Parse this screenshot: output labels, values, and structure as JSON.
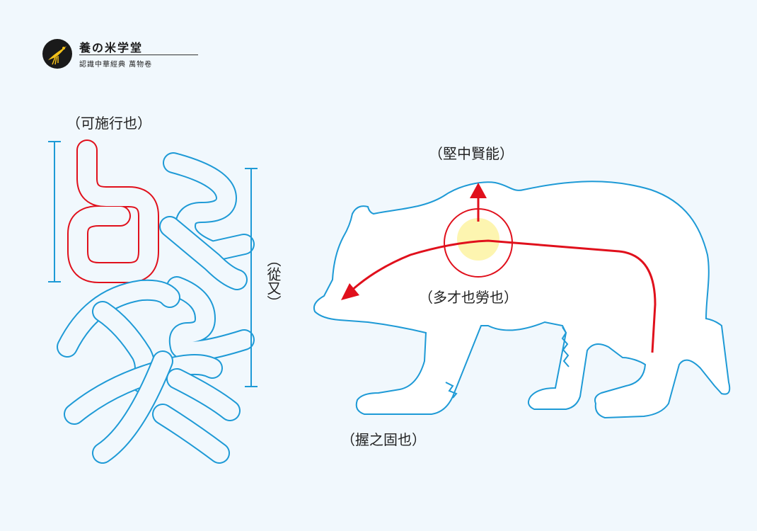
{
  "brand": {
    "name": "養の米学堂",
    "subtitle": "認識中華經典 萬物卷"
  },
  "glyph_labels": {
    "top": "（可施行也）",
    "side": "（從又）"
  },
  "bear_labels": {
    "top": "（堅中賢能）",
    "middle": "（多才也勞也）",
    "bottom": "（握之固也）"
  },
  "colors": {
    "background": "#f1f8fd",
    "outline_blue": "#1e9ad6",
    "accent_red": "#e0101c",
    "highlight_yellow": "#fdf5b0"
  }
}
